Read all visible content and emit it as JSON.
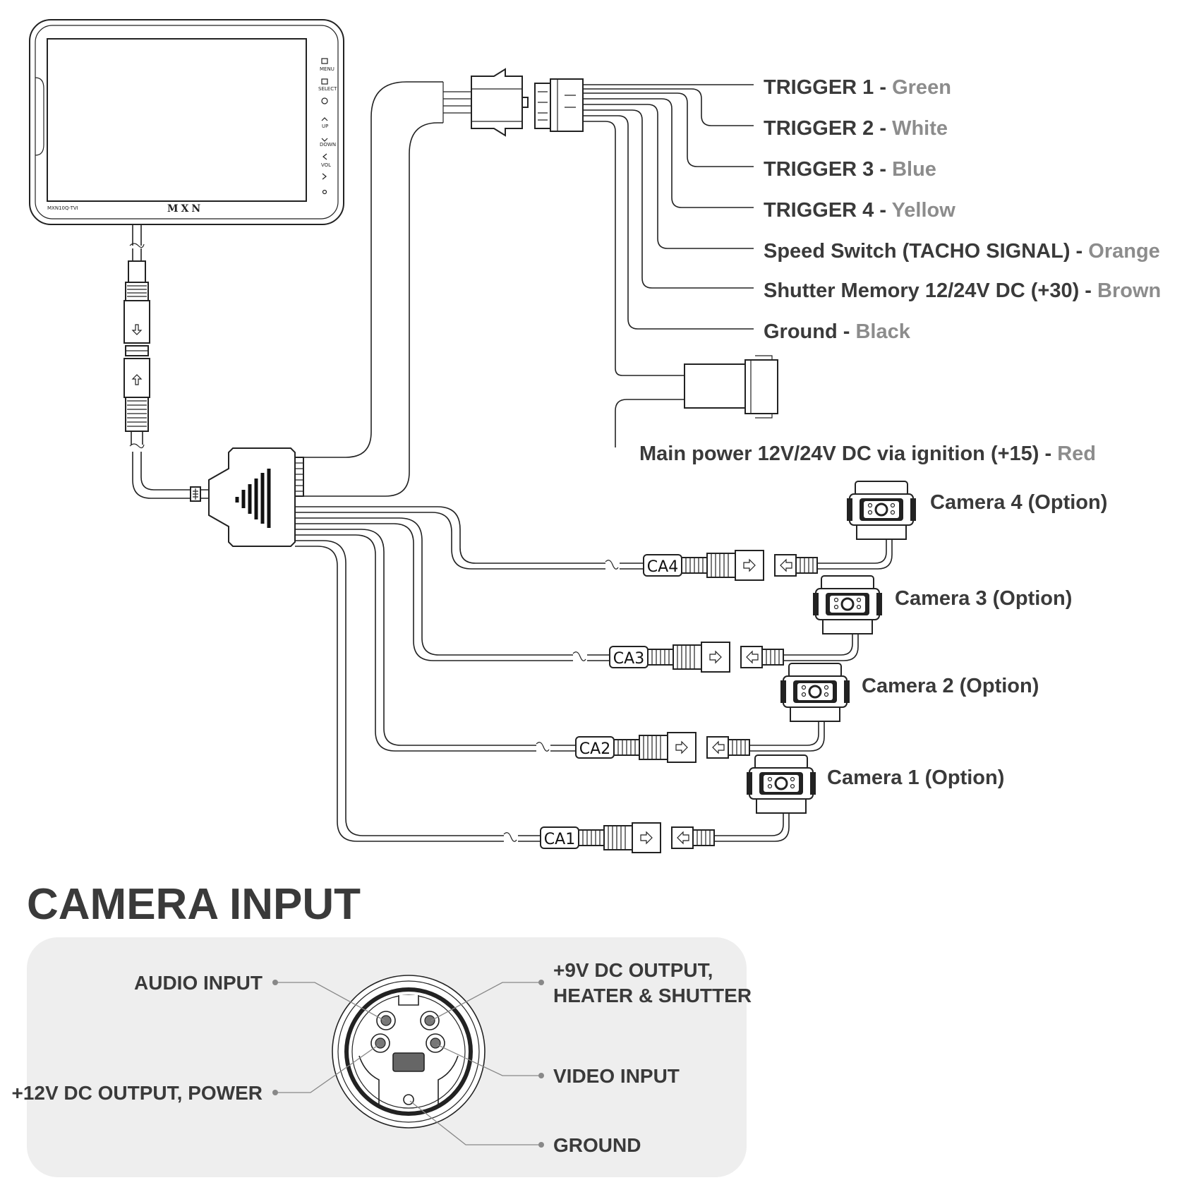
{
  "monitor": {
    "model": "MXN10Q-TVI",
    "brand": "MXN",
    "buttons": [
      "MENU",
      "SELECT",
      "UP",
      "DOWN",
      "VOL"
    ]
  },
  "triggers": [
    {
      "name": "TRIGGER 1",
      "sep": " - ",
      "color": "Green"
    },
    {
      "name": "TRIGGER 2",
      "sep": " - ",
      "color": "White"
    },
    {
      "name": "TRIGGER 3",
      "sep": " - ",
      "color": "Blue"
    },
    {
      "name": "TRIGGER 4",
      "sep": " - ",
      "color": "Yellow"
    },
    {
      "name": "Speed Switch (TACHO SIGNAL)",
      "sep": " - ",
      "color": "Orange"
    },
    {
      "name": "Shutter Memory 12/24V DC (+30)",
      "sep": " - ",
      "color": "Brown"
    },
    {
      "name": "Ground",
      "sep": " - ",
      "color": "Black"
    }
  ],
  "main_power": {
    "name": "Main power 12V/24V DC via ignition (+15)",
    "sep": " - ",
    "color": "Red"
  },
  "cameras": [
    {
      "tag": "CA4",
      "label": "Camera 4 (Option)"
    },
    {
      "tag": "CA3",
      "label": "Camera 3 (Option)"
    },
    {
      "tag": "CA2",
      "label": "Camera 2 (Option)"
    },
    {
      "tag": "CA1",
      "label": "Camera 1 (Option)"
    }
  ],
  "camera_input": {
    "title": "CAMERA INPUT",
    "pins": {
      "audio": "AUDIO INPUT",
      "dc9_line1": "+9V DC OUTPUT,",
      "dc9_line2": "HEATER & SHUTTER",
      "dc12": "+12V DC OUTPUT, POWER",
      "video": "VIDEO INPUT",
      "ground": "GROUND"
    }
  },
  "colors": {
    "label": "#3a3a3a",
    "wire_color_text": "#8c8c8c",
    "panel_bg": "#eeeeee",
    "line": "#222222"
  },
  "icons": [
    "menu-icon",
    "select-icon",
    "power-icon",
    "up-icon",
    "down-icon",
    "vol-up-icon",
    "vol-down-icon",
    "arrow-icon",
    "camera-icon"
  ]
}
